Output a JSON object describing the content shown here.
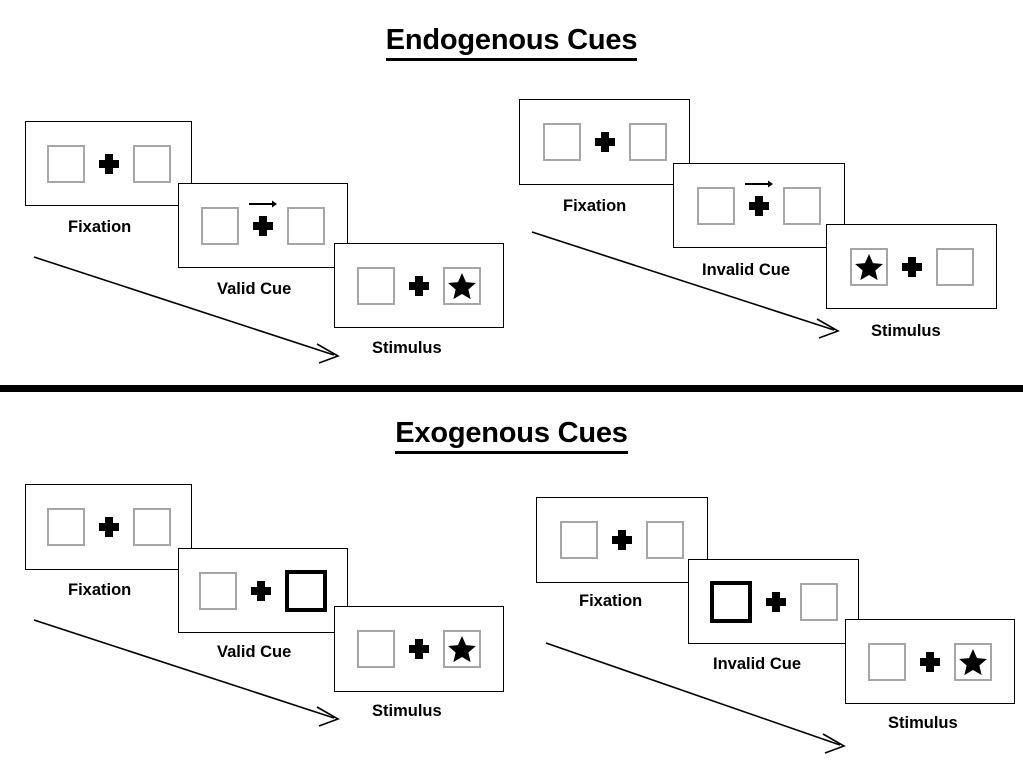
{
  "figure": {
    "type": "posner-cueing-paradigm-diagram",
    "sections": [
      {
        "id": "endogenous",
        "title": "Endogenous Cues",
        "sequences": [
          {
            "id": "endogenous-valid",
            "cue_type": "valid",
            "panels": [
              {
                "label": "Fixation",
                "left_box": "empty",
                "right_box": "empty",
                "center": "plus",
                "cue": "none"
              },
              {
                "label": "Valid Cue",
                "left_box": "empty",
                "right_box": "empty",
                "center": "plus-with-arrow",
                "cue": "arrow-right"
              },
              {
                "label": "Stimulus",
                "left_box": "empty",
                "right_box": "star",
                "center": "plus",
                "cue": "none"
              }
            ]
          },
          {
            "id": "endogenous-invalid",
            "cue_type": "invalid",
            "panels": [
              {
                "label": "Fixation",
                "left_box": "empty",
                "right_box": "empty",
                "center": "plus",
                "cue": "none"
              },
              {
                "label": "Invalid Cue",
                "left_box": "empty",
                "right_box": "empty",
                "center": "plus-with-arrow",
                "cue": "arrow-right"
              },
              {
                "label": "Stimulus",
                "left_box": "star",
                "right_box": "empty",
                "center": "plus",
                "cue": "none"
              }
            ]
          }
        ]
      },
      {
        "id": "exogenous",
        "title": "Exogenous Cues",
        "sequences": [
          {
            "id": "exogenous-valid",
            "cue_type": "valid",
            "panels": [
              {
                "label": "Fixation",
                "left_box": "empty",
                "right_box": "empty",
                "center": "plus",
                "cue": "none"
              },
              {
                "label": "Valid Cue",
                "left_box": "empty",
                "right_box": "highlighted",
                "center": "plus",
                "cue": "box-flash-right"
              },
              {
                "label": "Stimulus",
                "left_box": "empty",
                "right_box": "star",
                "center": "plus",
                "cue": "none"
              }
            ]
          },
          {
            "id": "exogenous-invalid",
            "cue_type": "invalid",
            "panels": [
              {
                "label": "Fixation",
                "left_box": "empty",
                "right_box": "empty",
                "center": "plus",
                "cue": "none"
              },
              {
                "label": "Invalid Cue",
                "left_box": "highlighted",
                "right_box": "empty",
                "center": "plus",
                "cue": "box-flash-left"
              },
              {
                "label": "Stimulus",
                "left_box": "empty",
                "right_box": "star",
                "center": "plus",
                "cue": "none"
              }
            ]
          }
        ]
      }
    ],
    "colors": {
      "box_border": "#a6a6a6",
      "cued_box_border": "#000000",
      "frame_border": "#000000",
      "text": "#000000",
      "background": "#ffffff",
      "divider": "#000000"
    },
    "icons": {
      "fixation_cross": "plus-icon",
      "target": "star-icon",
      "cue": "arrow-right-icon",
      "flow": "diagonal-arrow-icon"
    }
  }
}
